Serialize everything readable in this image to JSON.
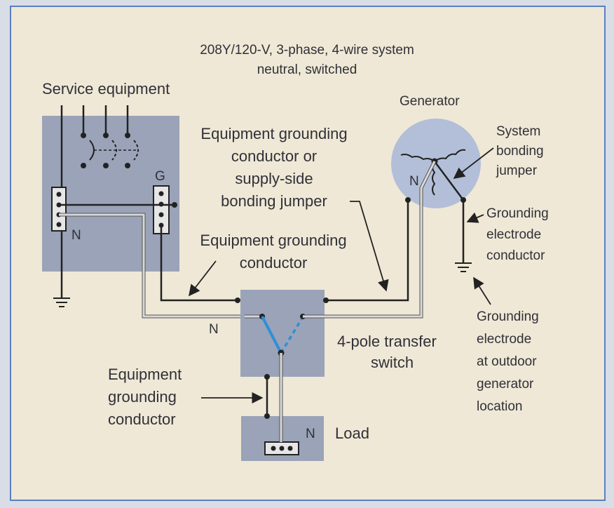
{
  "title": {
    "line1": "208Y/120-V, 3-phase, 4-wire system",
    "line2": "neutral, switched"
  },
  "labels": {
    "service_equipment": "Service equipment",
    "generator": "Generator",
    "g": "G",
    "n_service": "N",
    "n_generator": "N",
    "n_transfer": "N",
    "n_load": "N",
    "egc_supply": [
      "Equipment grounding",
      "conductor or",
      "supply-side",
      "bonding jumper"
    ],
    "egc_mid": [
      "Equipment grounding",
      "conductor"
    ],
    "egc_bottom": [
      "Equipment",
      "grounding",
      "conductor"
    ],
    "system_bonding_jumper": [
      "System",
      "bonding",
      "jumper"
    ],
    "grounding_electrode_conductor": [
      "Grounding",
      "electrode",
      "conductor"
    ],
    "grounding_electrode_outdoor": [
      "Grounding",
      "electrode",
      "at outdoor",
      "generator",
      "location"
    ],
    "transfer_switch": [
      "4-pole transfer",
      "switch"
    ],
    "load": "Load"
  },
  "colors": {
    "background": "#efe8d6",
    "border": "#5a7fc0",
    "box": "#9aa3b8",
    "wire": "#222222",
    "neutral_wire": "#d8d8d8",
    "switch_blade": "#2f8fd6",
    "text": "#303038"
  }
}
